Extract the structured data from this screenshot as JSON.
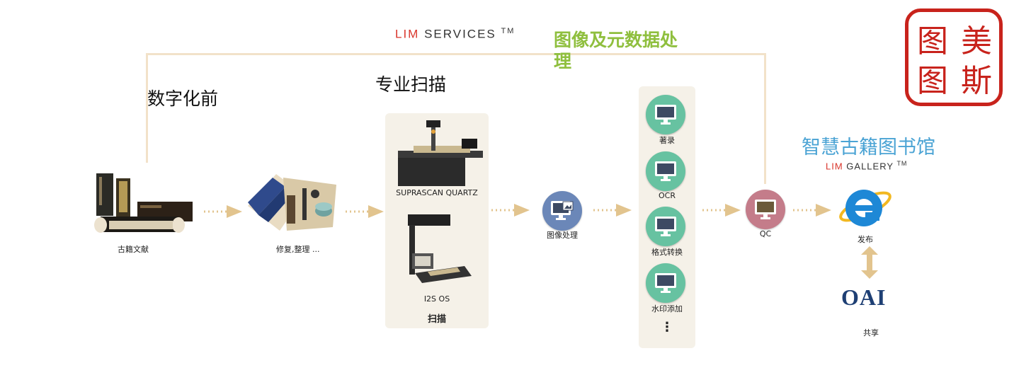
{
  "top_label": {
    "lim": "LIM",
    "services": "SERVICES",
    "tm": "TM"
  },
  "sections": {
    "pre": "数字化前",
    "scan": "专业扫描",
    "processing": "图像及元数据处理"
  },
  "stages": {
    "ancient_docs": "古籍文献",
    "repair": "修复,整理 ...",
    "scanner1": "SUPRASCAN QUARTZ",
    "scanner2": "I2S OS",
    "scan": "扫描",
    "image_processing": "图像处理",
    "qc": "QC",
    "publish": "发布",
    "share": "共享"
  },
  "processing_steps": [
    "著录",
    "OCR",
    "格式转换",
    "水印添加"
  ],
  "more": "⋮",
  "gallery": {
    "title": "智慧古籍图书馆",
    "lim": "LIM",
    "name": "GALLERY",
    "tm": "TM"
  },
  "oai": "OAI",
  "seal": {
    "chars": [
      "美",
      "斯",
      "图",
      "图"
    ]
  },
  "colors": {
    "arrow": "#e2c48e",
    "green_circle": "#67c2a1",
    "blue_circle": "#6b87b8",
    "qc_circle": "#c47c8a",
    "seal": "#c8231c",
    "title_green": "#8fbf3e",
    "title_blue": "#4aa3d4"
  }
}
